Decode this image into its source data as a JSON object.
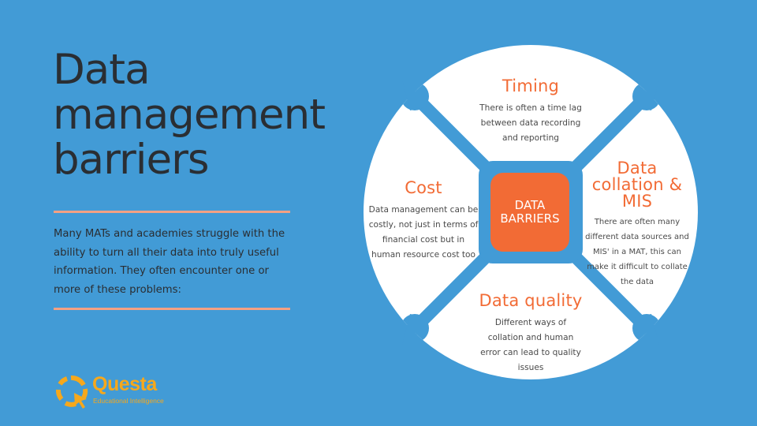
{
  "title": {
    "lines": [
      "Data",
      "management",
      "barriers"
    ]
  },
  "intro": {
    "text": "Many MATs and academies struggle with the ability to turn all their data into truly useful information. They often encounter one or more of these problems:"
  },
  "diagram": {
    "center": {
      "line1": "DATA",
      "line2": "BARRIERS"
    },
    "segments": [
      {
        "id": "timing",
        "title": "Timing",
        "description": "There is often a time lag between data recording and reporting"
      },
      {
        "id": "cost",
        "title": "Cost",
        "description": "Data management can be costly, not just in terms of financial cost but in human resource cost too"
      },
      {
        "id": "data-collation",
        "title": "Data collation & MIS",
        "description": "There are often many different data sources and MIS' in a MAT, this can make it difficult to collate the data"
      },
      {
        "id": "data-quality",
        "title": "Data quality",
        "description": "Different ways of collation and human error can lead to quality issues"
      }
    ]
  },
  "logo": {
    "name": "Questa",
    "tagline": "Educational Intelligence"
  },
  "colors": {
    "background": "#429BD6",
    "accent_orange": "#F26B35",
    "logo_yellow": "#F6A81C",
    "divider": "#F4A183",
    "title_text": "#2A2E33"
  }
}
